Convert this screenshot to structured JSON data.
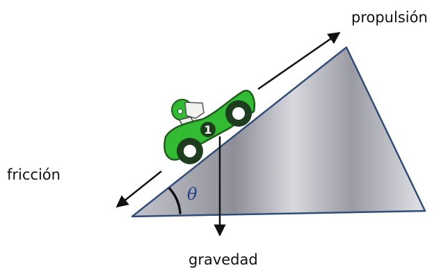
{
  "labels": {
    "propulsion": "propulsión",
    "friction": "fricción",
    "gravity": "gravedad",
    "angle": "θ",
    "car_number": "1"
  },
  "colors": {
    "ramp_edge": "#2f4d78",
    "car_body": "#33bb33",
    "car_outline": "#1d5e1d",
    "wheel": "#1e3d1e",
    "arrow": "#111111",
    "angle_arc": "#111111",
    "angle_symbol": "#1f3f8c"
  },
  "icons": {
    "vehicle": "race-car-with-driver"
  }
}
